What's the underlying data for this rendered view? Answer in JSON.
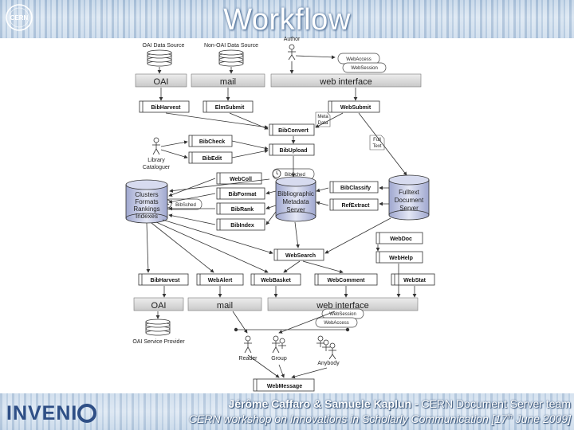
{
  "slide": {
    "title": "Workflow"
  },
  "logo": {
    "text": "CERN",
    "icon": "cern-logo-icon"
  },
  "footer": {
    "authors": "Jérôme Caffaro & Samuele Kaplun",
    "team": " - CERN Document Server team",
    "event_a": "CERN workshop on Innovations in Scholarly Communication [17",
    "event_sup": "th",
    "event_b": " June 2009]",
    "brand_a": "INVEN",
    "brand_b": "I",
    "brand_icon": "invenio-logo-icon"
  },
  "labels": {
    "oai_source": "OAI Data Source",
    "non_oai_source": "Non-OAI Data Source",
    "author": "Author",
    "webaccess": "WebAccess",
    "websession": "WebSession",
    "oai": "OAI",
    "mail": "mail",
    "web_interface": "web interface",
    "bibharvest": "BibHarvest",
    "elmsubmit": "ElmSubmit",
    "websubmit": "WebSubmit",
    "meta": "Meta",
    "data": "Data",
    "full": "Full",
    "text": "Text",
    "bibconvert": "BibConvert",
    "bibcheck": "BibCheck",
    "bibedit": "BibEdit",
    "bibupload": "BibUpload",
    "library": "Library",
    "cataloguer": "Cataloguer",
    "bibsched": "BibSched",
    "webcoll": "WebColl",
    "bibformat": "BibFormat",
    "bibrank": "BibRank",
    "bibindex": "BibIndex",
    "clusters": "Clusters",
    "formats": "Formats",
    "rankings": "Rankings",
    "indexes": "Indexes",
    "bib_meta_1": "Bibliographic",
    "bib_meta_2": "Metadata",
    "bib_meta_3": "Server",
    "bibclassify": "BibClassify",
    "refextract": "RefExtract",
    "fulltext_1": "Fulltext",
    "fulltext_2": "Document",
    "fulltext_3": "Server",
    "webdoc": "WebDoc",
    "webhelp": "WebHelp",
    "websearch": "WebSearch",
    "bibharvest2": "BibHarvest",
    "webalert": "WebAlert",
    "webbasket": "WebBasket",
    "webcomment": "WebComment",
    "webstat": "WebStat",
    "oai2": "OAI",
    "mail2": "mail",
    "web_interface2": "web interface",
    "oai_provider": "OAI Service Provider",
    "reader": "Reader",
    "group": "Group",
    "anybody": "Anybody",
    "webmessage": "WebMessage"
  }
}
